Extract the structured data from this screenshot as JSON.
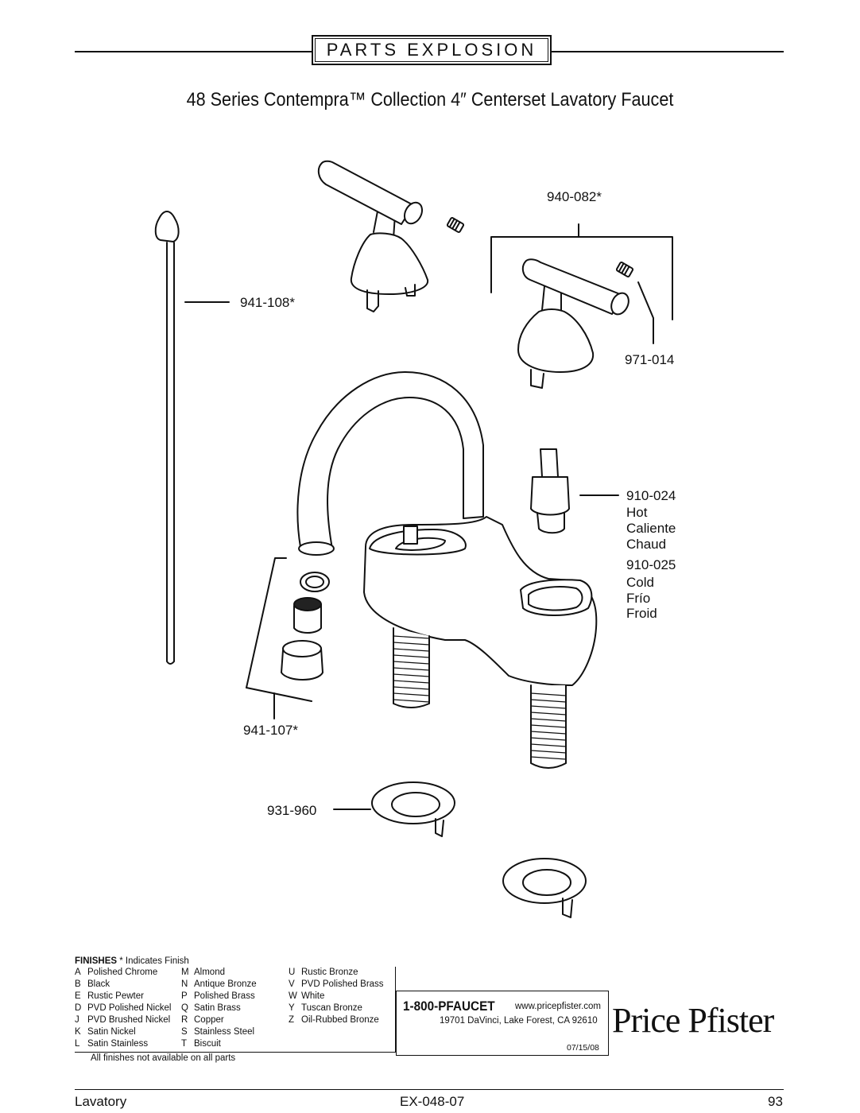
{
  "header": {
    "title": "PARTS EXPLOSION"
  },
  "subtitle": "48 Series Contempra™ Collection 4″ Centerset Lavatory Faucet",
  "part_labels": {
    "p940_082": "940-082*",
    "p941_108": "941-108*",
    "p971_014": "971-014",
    "p910_024": "910-024",
    "hot": "Hot",
    "caliente": "Caliente",
    "chaud": "Chaud",
    "p910_025": "910-025",
    "cold": "Cold",
    "frio": "Frío",
    "froid": "Froid",
    "p941_107": "941-107*",
    "p931_960": "931-960"
  },
  "finishes": {
    "heading": "FINISHES",
    "asterisk_note": "* Indicates Finish",
    "note": "All finishes not available on all parts",
    "col1": [
      {
        "code": "A",
        "name": "Polished Chrome"
      },
      {
        "code": "B",
        "name": "Black"
      },
      {
        "code": "E",
        "name": "Rustic Pewter"
      },
      {
        "code": "D",
        "name": "PVD Polished Nickel"
      },
      {
        "code": "J",
        "name": "PVD Brushed Nickel"
      },
      {
        "code": "K",
        "name": "Satin Nickel"
      },
      {
        "code": "L",
        "name": "Satin Stainless"
      }
    ],
    "col2": [
      {
        "code": "M",
        "name": "Almond"
      },
      {
        "code": "N",
        "name": "Antique Bronze"
      },
      {
        "code": "P",
        "name": "Polished Brass"
      },
      {
        "code": "Q",
        "name": "Satin Brass"
      },
      {
        "code": "R",
        "name": "Copper"
      },
      {
        "code": "S",
        "name": "Stainless Steel"
      },
      {
        "code": "T",
        "name": "Biscuit"
      }
    ],
    "col3": [
      {
        "code": "U",
        "name": "Rustic Bronze"
      },
      {
        "code": "V",
        "name": "PVD Polished Brass"
      },
      {
        "code": "W",
        "name": "White"
      },
      {
        "code": "Y",
        "name": "Tuscan Bronze"
      },
      {
        "code": "Z",
        "name": "Oil-Rubbed Bronze"
      }
    ]
  },
  "contact": {
    "phone": "1-800-PFAUCET",
    "website": "www.pricepfister.com",
    "address": "19701 DaVinci, Lake Forest, CA  92610",
    "date": "07/15/08"
  },
  "logo": "Price Pfister",
  "footer": {
    "left": "Lavatory",
    "center": "EX-048-07",
    "right": "93"
  }
}
